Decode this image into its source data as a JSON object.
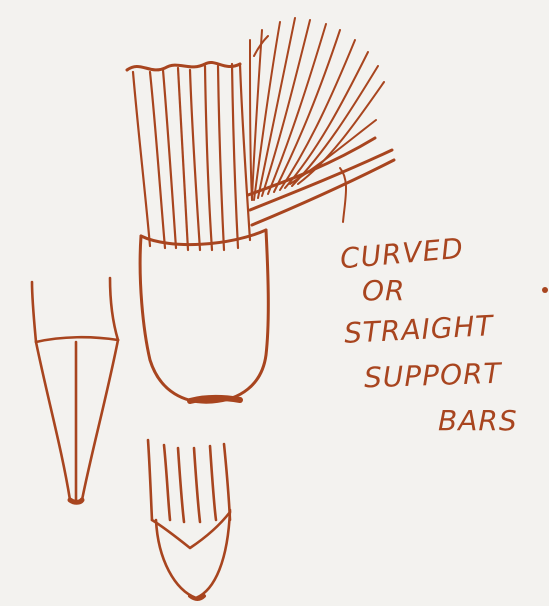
{
  "sketch": {
    "ink_color": "#a8451f",
    "background_color": "#f3f2ef",
    "annotation_lines": [
      "CURVED",
      "OR",
      "STRAIGHT",
      "SUPPORT",
      "BARS"
    ]
  }
}
